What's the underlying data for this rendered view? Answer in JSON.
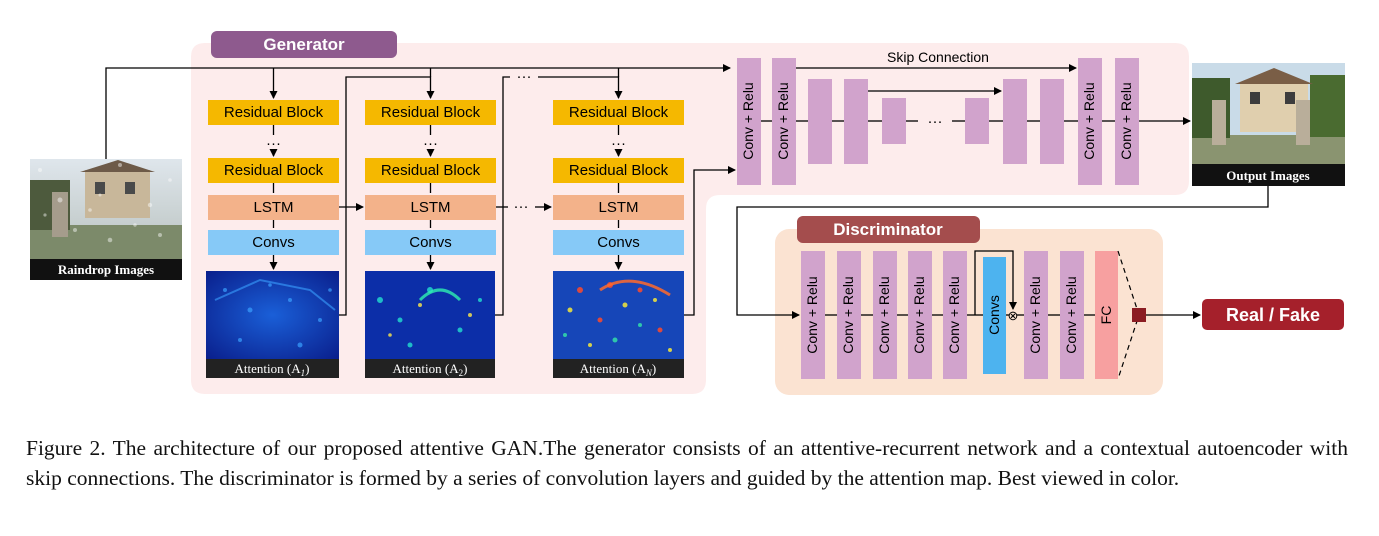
{
  "generator": {
    "title": "Generator",
    "residual_block": "Residual Block",
    "dots": "···",
    "lstm": "LSTM",
    "convs": "Convs",
    "attention_prefix": "Attention (A",
    "attention_subs": [
      "1",
      "2",
      "N"
    ],
    "attention_suffix": ")",
    "skip_connection": "Skip Connection",
    "conv_relu": "Conv + Relu"
  },
  "inputs": {
    "raindrop_images": "Raindrop Images",
    "output_images": "Output Images"
  },
  "discriminator": {
    "title": "Discriminator",
    "conv_relu": "Conv + Relu",
    "convs": "Convs",
    "fc": "FC",
    "multiply": "⊗",
    "output": "Real / Fake"
  },
  "caption": "Figure 2. The architecture of our proposed attentive GAN.The generator consists of an attentive-recurrent network and a contextual autoencoder with skip connections. The discriminator is formed by a series of convolution layers and guided by the attention map. Best viewed in color.",
  "colors": {
    "generator_bg": "#fdecec",
    "discriminator_bg": "#fbe3d2",
    "title_purple": "#8e5a8e",
    "title_red": "#a44d4d",
    "residual_yellow": "#f5b800",
    "lstm_orange": "#f3b28a",
    "convs_blue": "#86c9f7",
    "conv_purple": "#d1a3cc",
    "fc_pink": "#f7a0a0",
    "output_dark_red": "#a5202b"
  }
}
